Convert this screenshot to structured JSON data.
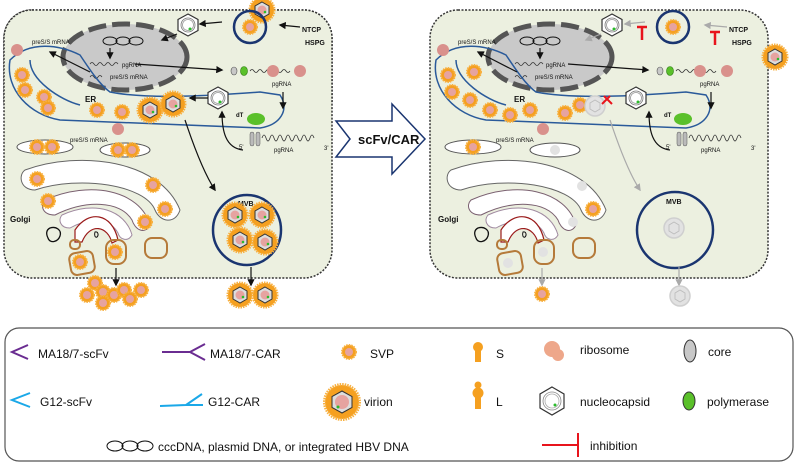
{
  "diagram": {
    "title": "HBV life cycle inhibition by scFv/CAR",
    "center_arrow_label": "scFv/CAR",
    "left_cell": {
      "labels": {
        "receptor1": "NTCP",
        "receptor2": "HSPG",
        "mrna_top": "preS/S mRNA",
        "pgrna_nucleus": "pgRNA",
        "mrna_nucleus": "preS/S mRNA",
        "er": "ER",
        "pgrna_cyto": "pgRNA",
        "dT": "dT",
        "five_prime": "5'",
        "three_prime": "3'",
        "pgrna_rt": "pgRNA",
        "mrna_bottom": "preS/S mRNA",
        "golgi": "Golgi",
        "mvb": "MVB"
      }
    },
    "right_cell": {
      "labels": {
        "receptor1": "NTCP",
        "receptor2": "HSPG",
        "mrna_top": "preS/S mRNA",
        "pgrna_nucleus": "pgRNA",
        "mrna_nucleus": "preS/S mRNA",
        "er": "ER",
        "pgrna_cyto": "pgRNA",
        "dT": "dT",
        "five_prime": "5'",
        "three_prime": "3'",
        "pgrna_rt": "pgRNA",
        "mrna_bottom": "preS/S mRNA",
        "golgi": "Golgi",
        "mvb": "MVB"
      }
    },
    "legend": {
      "items": [
        {
          "icon": "ma18-scfv-icon",
          "label": "MA18/7-scFv"
        },
        {
          "icon": "ma18-car-icon",
          "label": "MA18/7-CAR"
        },
        {
          "icon": "svp-icon",
          "label": "SVP"
        },
        {
          "icon": "s-protein-icon",
          "label": "S"
        },
        {
          "icon": "ribosome-icon",
          "label": "ribosome"
        },
        {
          "icon": "core-icon",
          "label": "core"
        },
        {
          "icon": "g12-scfv-icon",
          "label": "G12-scFv"
        },
        {
          "icon": "g12-car-icon",
          "label": "G12-CAR"
        },
        {
          "icon": "virion-icon",
          "label": "virion"
        },
        {
          "icon": "l-protein-icon",
          "label": "L"
        },
        {
          "icon": "nucleocapsid-icon",
          "label": "nucleocapsid"
        },
        {
          "icon": "polymerase-icon",
          "label": "polymerase"
        },
        {
          "icon": "dna-icon",
          "label": "cccDNA, plasmid DNA, or integrated HBV DNA"
        },
        {
          "icon": "inhibition-icon",
          "label": "inhibition"
        }
      ]
    },
    "colors": {
      "cell_fill": "#ecf0e0",
      "er_stroke": "#2a5a9a",
      "svp_orange": "#f5a020",
      "ribosome": "#d9918c",
      "mvb_stroke": "#1a3570",
      "ma18": "#6a2c91",
      "g12": "#1aa8e8",
      "inhibition": "#e8141c",
      "polymerase": "#5ac02a",
      "core": "#c8c8c8",
      "golgi_red": "#9a1a1a",
      "golgi_brown": "#b57a3a"
    }
  }
}
